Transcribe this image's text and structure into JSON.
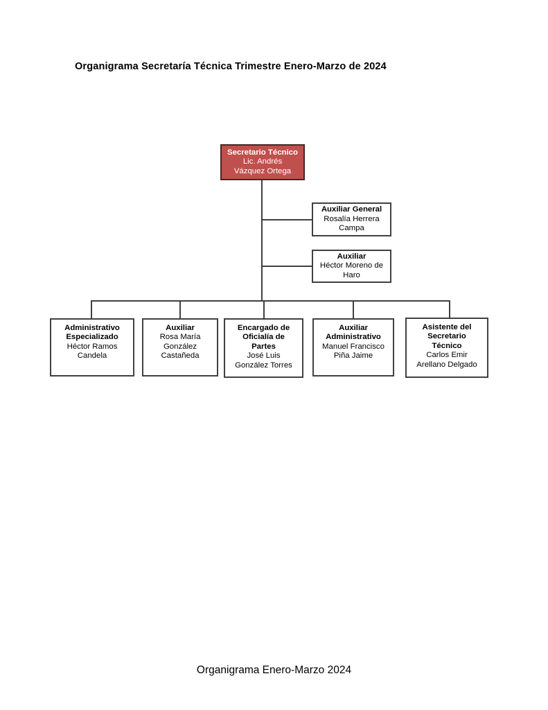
{
  "document": {
    "title": "Organigrama Secretaría Técnica Trimestre Enero-Marzo de 2024",
    "footer": "Organigrama Enero-Marzo 2024"
  },
  "colors": {
    "root_fill": "#c0504d",
    "root_text": "#ffffff",
    "box_border": "#404040",
    "box_fill": "#ffffff",
    "connector": "#3f3f3f",
    "text": "#000000"
  },
  "chart_data": {
    "type": "diagram",
    "title": "Organigrama Secretaría Técnica Trimestre Enero-Marzo de 2024",
    "nodes": [
      {
        "id": "root",
        "role": "Secretario Técnico",
        "person": "Lic. Andrés Vázquez Ortega",
        "level": 0,
        "highlight": true
      },
      {
        "id": "staff-1",
        "role": "Auxiliar General",
        "person": "Rosalía Herrera Campa",
        "level": 1,
        "highlight": false
      },
      {
        "id": "staff-2",
        "role": "Auxiliar",
        "person": "Héctor Moreno de Haro",
        "level": 1,
        "highlight": false
      },
      {
        "id": "child-1",
        "role": "Administrativo Especializado",
        "person": "Héctor Ramos Candela",
        "level": 2,
        "highlight": false
      },
      {
        "id": "child-2",
        "role": "Auxiliar",
        "person": "Rosa María González Castañeda",
        "level": 2,
        "highlight": false
      },
      {
        "id": "child-3",
        "role": "Encargado de Oficialía de Partes",
        "person": "José Luis González Torres",
        "level": 2,
        "highlight": false
      },
      {
        "id": "child-4",
        "role": "Auxiliar Administrativo",
        "person": "Manuel Francisco Piña Jaime",
        "level": 2,
        "highlight": false
      },
      {
        "id": "child-5",
        "role": "Asistente del Secretario Técnico",
        "person": "Carlos Emir Arellano Delgado",
        "level": 2,
        "highlight": false
      }
    ],
    "edges": [
      {
        "from": "root",
        "to": "staff-1"
      },
      {
        "from": "root",
        "to": "staff-2"
      },
      {
        "from": "root",
        "to": "child-1"
      },
      {
        "from": "root",
        "to": "child-2"
      },
      {
        "from": "root",
        "to": "child-3"
      },
      {
        "from": "root",
        "to": "child-4"
      },
      {
        "from": "root",
        "to": "child-5"
      }
    ]
  },
  "boxes": {
    "root": {
      "role": "Secretario Técnico",
      "line1": "Lic. Andrés",
      "line2": "Vázquez Ortega"
    },
    "staff1": {
      "role": "Auxiliar General",
      "line1": "Rosalía Herrera",
      "line2": "Campa"
    },
    "staff2": {
      "role": "Auxiliar",
      "line1": "Héctor Moreno de",
      "line2": "Haro"
    },
    "child1": {
      "role_line1": "Administrativo",
      "role_line2": "Especializado",
      "line1": "Héctor Ramos",
      "line2": "Candela"
    },
    "child2": {
      "role_line1": "Auxiliar",
      "line1": "Rosa María",
      "line2": "González",
      "line3": "Castañeda"
    },
    "child3": {
      "role_line1": "Encargado de",
      "role_line2": "Oficialía de",
      "role_line3": "Partes",
      "line1": "José Luis",
      "line2": "González Torres"
    },
    "child4": {
      "role_line1": "Auxiliar",
      "role_line2": "Administrativo",
      "line1": "Manuel Francisco",
      "line2": "Piña Jaime"
    },
    "child5": {
      "role_line1": "Asistente del",
      "role_line2": "Secretario",
      "role_line3": "Técnico",
      "line1": "Carlos Emir",
      "line2": "Arellano Delgado"
    }
  }
}
